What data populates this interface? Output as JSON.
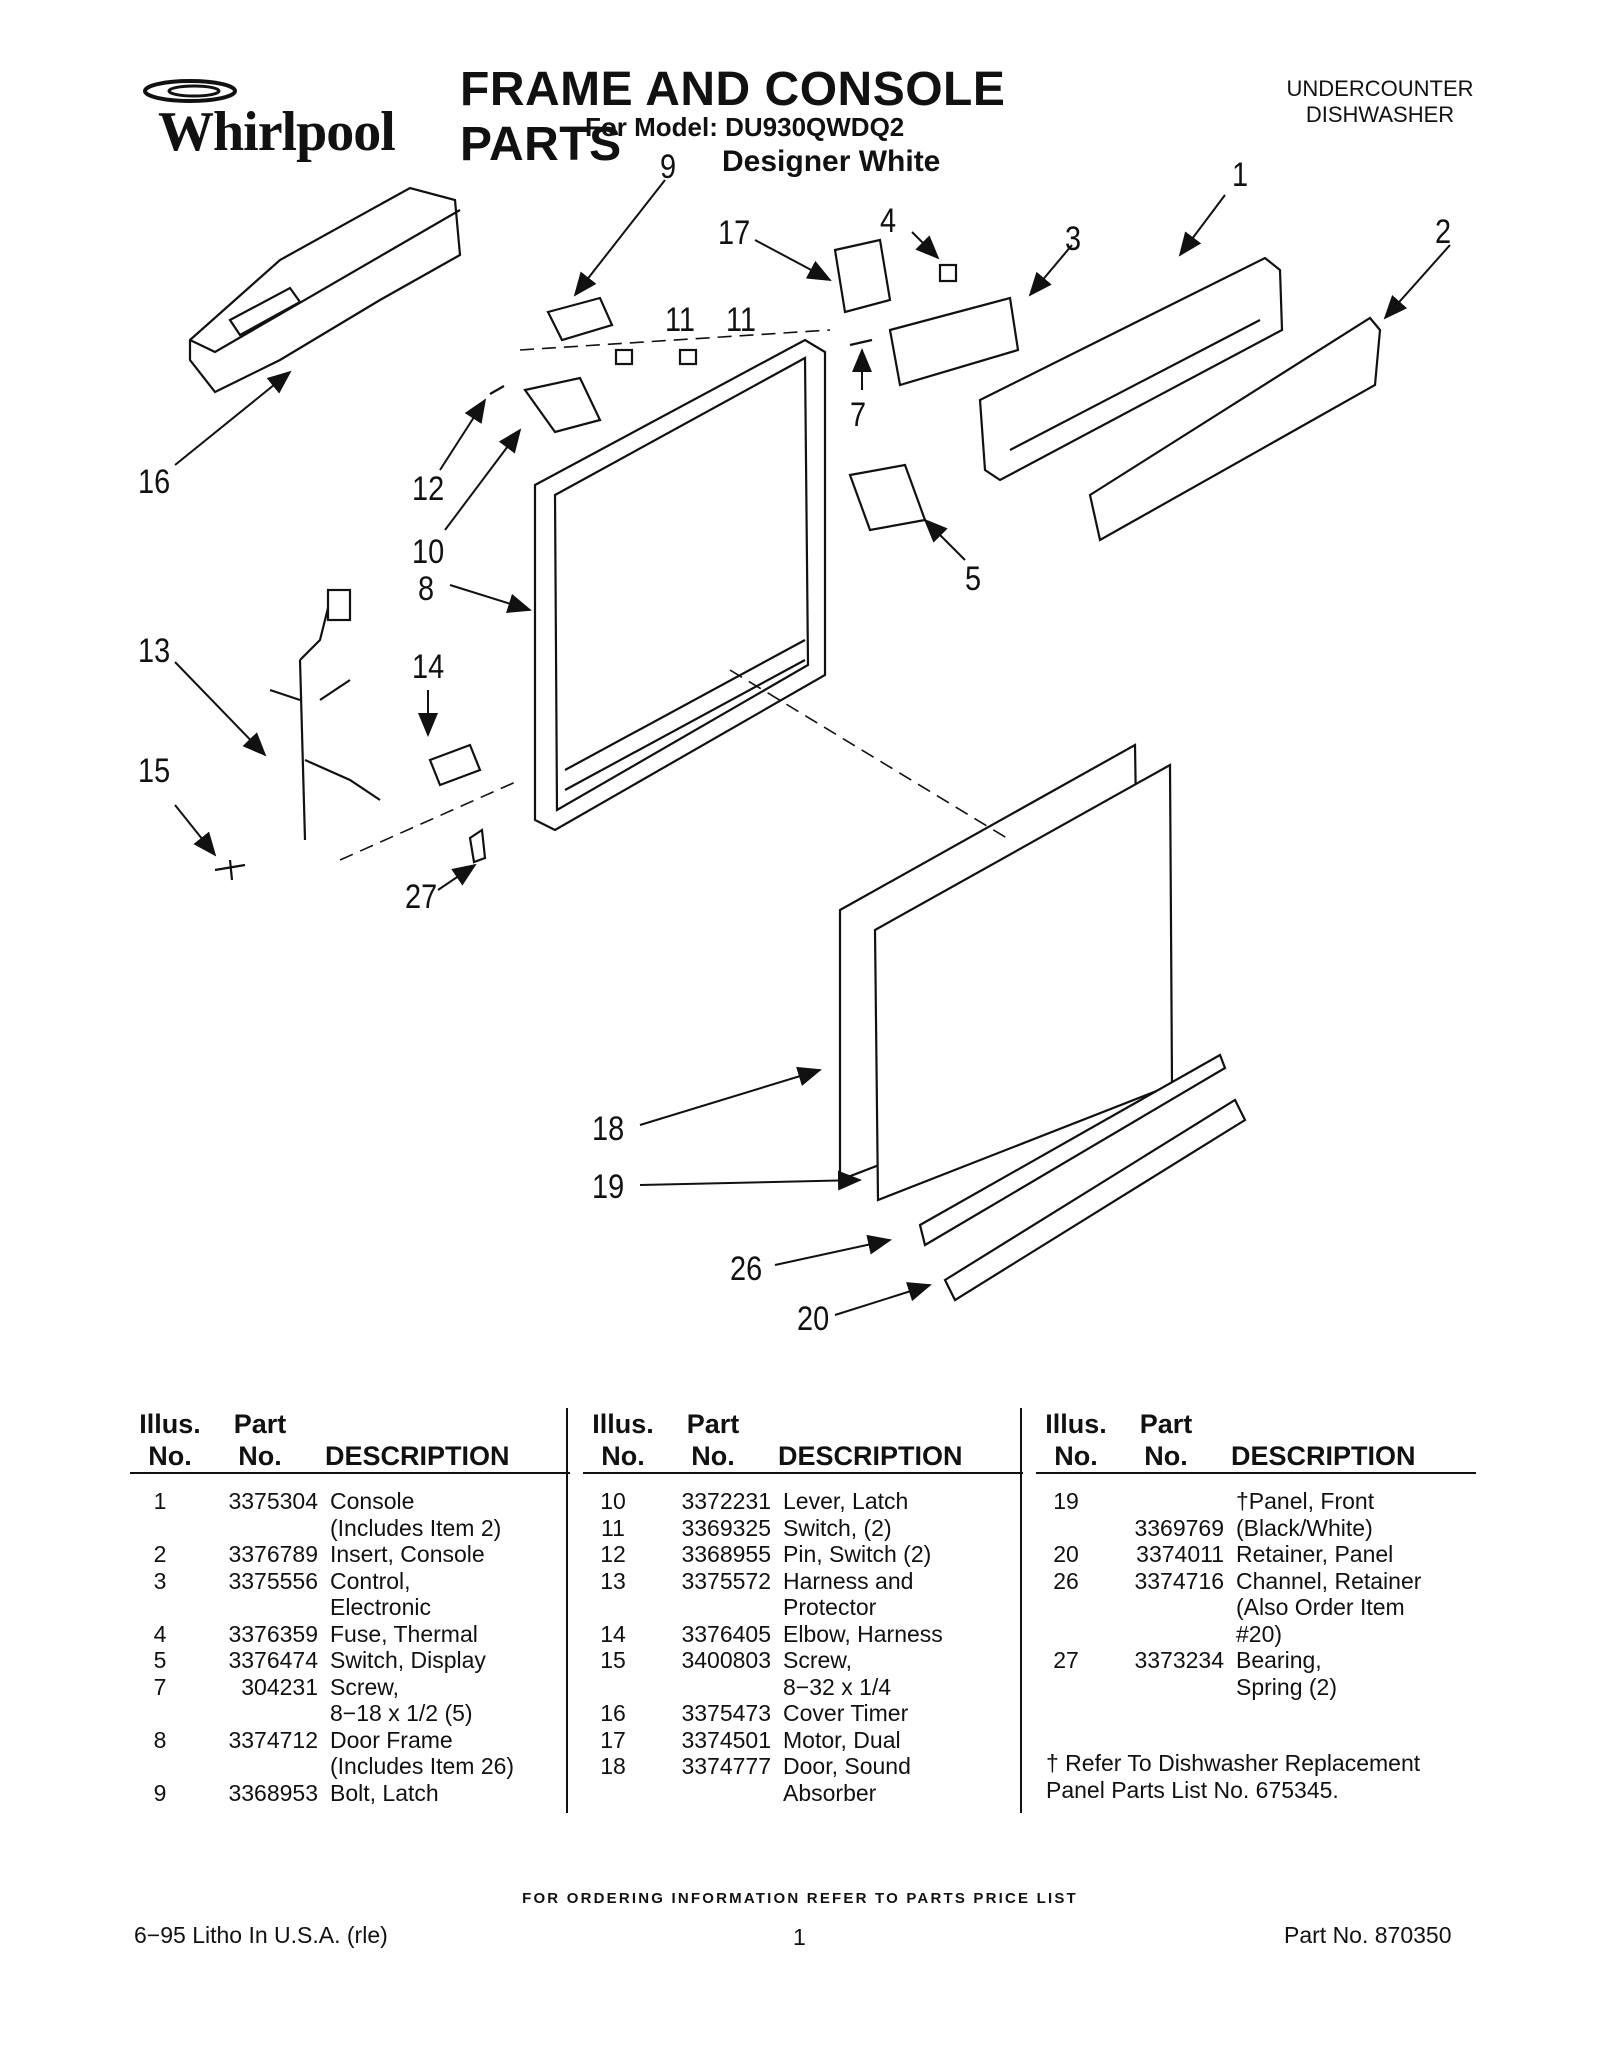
{
  "header": {
    "brand": "Whirlpool",
    "title": "FRAME AND CONSOLE PARTS",
    "model_line": "For Model: DU930QWDQ2",
    "color_line": "Designer White",
    "product_type_line1": "UNDERCOUNTER",
    "product_type_line2": "DISHWASHER"
  },
  "callouts": [
    "9",
    "17",
    "4",
    "3",
    "1",
    "2",
    "11",
    "11",
    "16",
    "12",
    "10",
    "8",
    "7",
    "5",
    "13",
    "14",
    "15",
    "27",
    "18",
    "19",
    "26",
    "20"
  ],
  "table": {
    "headers": {
      "illus": "Illus.",
      "no": "No.",
      "part": "Part",
      "description": "DESCRIPTION"
    },
    "columns": [
      [
        {
          "no": "1",
          "part": "3375304",
          "desc": [
            "Console",
            "(Includes Item 2)"
          ]
        },
        {
          "no": "2",
          "part": "3376789",
          "desc": [
            "Insert, Console"
          ]
        },
        {
          "no": "3",
          "part": "3375556",
          "desc": [
            "Control,",
            "Electronic"
          ]
        },
        {
          "no": "4",
          "part": "3376359",
          "desc": [
            "Fuse, Thermal"
          ]
        },
        {
          "no": "5",
          "part": "3376474",
          "desc": [
            "Switch, Display"
          ]
        },
        {
          "no": "7",
          "part": "304231",
          "desc": [
            "Screw,",
            "8−18 x 1/2 (5)"
          ]
        },
        {
          "no": "8",
          "part": "3374712",
          "desc": [
            "Door Frame",
            "(Includes Item 26)"
          ]
        },
        {
          "no": "9",
          "part": "3368953",
          "desc": [
            "Bolt, Latch"
          ]
        }
      ],
      [
        {
          "no": "10",
          "part": "3372231",
          "desc": [
            "Lever, Latch"
          ]
        },
        {
          "no": "11",
          "part": "3369325",
          "desc": [
            "Switch, (2)"
          ]
        },
        {
          "no": "12",
          "part": "3368955",
          "desc": [
            "Pin, Switch (2)"
          ]
        },
        {
          "no": "13",
          "part": "3375572",
          "desc": [
            "Harness and",
            "Protector"
          ]
        },
        {
          "no": "14",
          "part": "3376405",
          "desc": [
            "Elbow, Harness"
          ]
        },
        {
          "no": "15",
          "part": "3400803",
          "desc": [
            "Screw,",
            "8−32 x 1/4"
          ]
        },
        {
          "no": "16",
          "part": "3375473",
          "desc": [
            "Cover Timer"
          ]
        },
        {
          "no": "17",
          "part": "3374501",
          "desc": [
            "Motor, Dual"
          ]
        },
        {
          "no": "18",
          "part": "3374777",
          "desc": [
            "Door, Sound",
            "Absorber"
          ]
        }
      ],
      [
        {
          "no": "19",
          "part": "",
          "desc": [
            "†Panel, Front"
          ]
        },
        {
          "no": "",
          "part": "3369769",
          "desc": [
            "(Black/White)"
          ]
        },
        {
          "no": "20",
          "part": "3374011",
          "desc": [
            "Retainer, Panel"
          ]
        },
        {
          "no": "26",
          "part": "3374716",
          "desc": [
            "Channel, Retainer",
            "(Also Order Item",
            "#20)"
          ]
        },
        {
          "no": "27",
          "part": "3373234",
          "desc": [
            "Bearing,",
            "Spring (2)"
          ]
        }
      ]
    ],
    "note_line1": "† Refer To Dishwasher Replacement",
    "note_line2": "Panel Parts List No. 675345."
  },
  "footer": {
    "ordering_info": "FOR ORDERING INFORMATION REFER TO PARTS PRICE LIST",
    "litho": "6−95 Litho In U.S.A. (rle)",
    "page": "1",
    "part_no": "Part No. 870350"
  }
}
